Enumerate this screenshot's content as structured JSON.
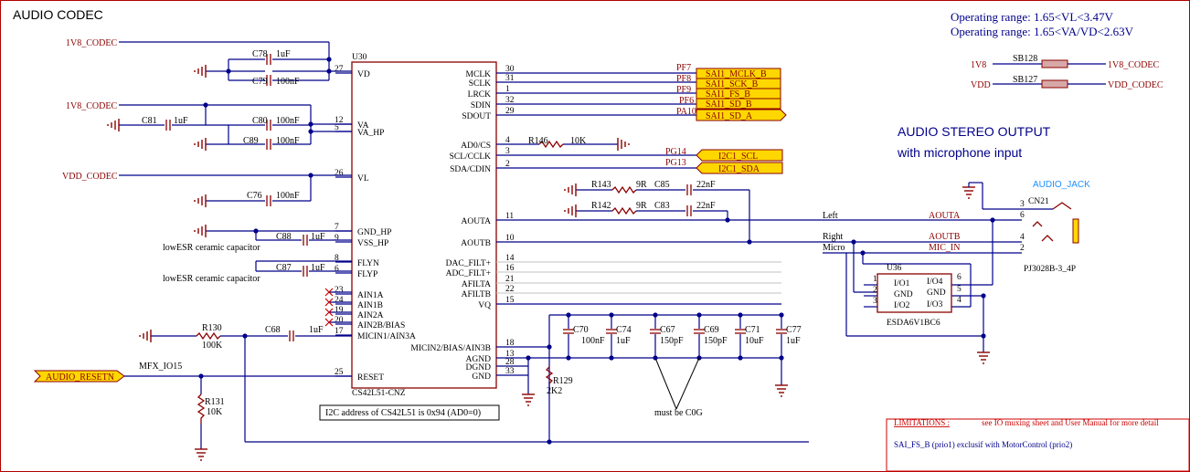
{
  "title": "AUDIO CODEC",
  "operating_ranges": [
    "Operating range: 1.65<VL<3.47V",
    "Operating range: 1.65<VA/VD<2.63V"
  ],
  "output_title": "AUDIO STEREO OUTPUT",
  "output_subtitle": "with microphone input",
  "chip": {
    "ref": "U30",
    "part": "CS42L51-CNZ",
    "left_pins": [
      {
        "num": "27",
        "name": "VD"
      },
      {
        "num": "12",
        "name": "VA"
      },
      {
        "num": "5",
        "name": "VA_HP"
      },
      {
        "num": "26",
        "name": "VL"
      },
      {
        "num": "7",
        "name": "GND_HP"
      },
      {
        "num": "9",
        "name": "VSS_HP"
      },
      {
        "num": "8",
        "name": "FLYN"
      },
      {
        "num": "6",
        "name": "FLYP"
      },
      {
        "num": "23",
        "name": "AIN1A"
      },
      {
        "num": "24",
        "name": "AIN1B"
      },
      {
        "num": "19",
        "name": "AIN2A"
      },
      {
        "num": "20",
        "name": "AIN2B/BIAS"
      },
      {
        "num": "17",
        "name": "MICIN1/AIN3A"
      },
      {
        "num": "25",
        "name": "RESET"
      }
    ],
    "right_pins": [
      {
        "num": "30",
        "name": "MCLK"
      },
      {
        "num": "31",
        "name": "SCLK"
      },
      {
        "num": "1",
        "name": "LRCK"
      },
      {
        "num": "32",
        "name": "SDIN"
      },
      {
        "num": "29",
        "name": "SDOUT"
      },
      {
        "num": "4",
        "name": "AD0/CS"
      },
      {
        "num": "3",
        "name": "SCL/CCLK"
      },
      {
        "num": "2",
        "name": "SDA/CDIN"
      },
      {
        "num": "11",
        "name": "AOUTA"
      },
      {
        "num": "10",
        "name": "AOUTB"
      },
      {
        "num": "14",
        "name": "DAC_FILT+"
      },
      {
        "num": "16",
        "name": "ADC_FILT+"
      },
      {
        "num": "21",
        "name": "AFILTA"
      },
      {
        "num": "22",
        "name": "AFILTB"
      },
      {
        "num": "15",
        "name": "VQ"
      },
      {
        "num": "18",
        "name": "MICIN2/BIAS/AIN3B"
      },
      {
        "num": "13",
        "name": "AGND"
      },
      {
        "num": "28",
        "name": "DGND"
      },
      {
        "num": "33",
        "name": "GND"
      }
    ]
  },
  "power_nets": [
    "1V8_CODEC",
    "1V8_CODEC",
    "VDD_CODEC"
  ],
  "caps_left": [
    {
      "ref": "C78",
      "val": "1uF"
    },
    {
      "ref": "C79",
      "val": "100nF"
    },
    {
      "ref": "C81",
      "val": "1uF"
    },
    {
      "ref": "C80",
      "val": "100nF"
    },
    {
      "ref": "C89",
      "val": "100nF"
    },
    {
      "ref": "C76",
      "val": "100nF"
    },
    {
      "ref": "C88",
      "val": "1uF"
    },
    {
      "ref": "C87",
      "val": "1uF"
    },
    {
      "ref": "C68",
      "val": "1uF"
    }
  ],
  "notes": {
    "lowesr1": "lowESR ceramic capacitor",
    "lowesr2": "lowESR ceramic capacitor",
    "i2c": "I2C address of CS42L51 is 0x94 (AD0=0)",
    "cog": "must be C0G"
  },
  "resistors": {
    "r130": {
      "ref": "R130",
      "val": "100K"
    },
    "r131": {
      "ref": "R131",
      "val": "10K"
    },
    "r129": {
      "ref": "R129",
      "val": "2K2"
    },
    "r146": {
      "ref": "R146",
      "val": "10K"
    },
    "r143": {
      "ref": "R143",
      "val": "9R"
    },
    "r142": {
      "ref": "R142",
      "val": "9R"
    }
  },
  "reset": {
    "flag": "AUDIO_RESETN",
    "net": "MFX_IO15"
  },
  "sai_ports": [
    "PF7",
    "PF8",
    "PF9",
    "PF6",
    "PA10"
  ],
  "sai_flags": [
    "SAI1_MCLK_B",
    "SAI1_SCK_B",
    "SAI1_FS_B",
    "SAI1_SD_B",
    "SAI1_SD_A"
  ],
  "i2c_ports": [
    "PG14",
    "PG13"
  ],
  "i2c_flags": [
    "I2C1_SCL",
    "I2C1_SDA"
  ],
  "out_caps": [
    {
      "ref": "C85",
      "val": "22nF"
    },
    {
      "ref": "C83",
      "val": "22nF"
    }
  ],
  "vq_caps": [
    {
      "ref": "C70",
      "val": "100nF"
    },
    {
      "ref": "C74",
      "val": "1uF"
    },
    {
      "ref": "C67",
      "val": "150pF"
    },
    {
      "ref": "C69",
      "val": "150pF"
    },
    {
      "ref": "C71",
      "val": "10uF"
    },
    {
      "ref": "C77",
      "val": "1uF"
    }
  ],
  "solder_bridges": [
    {
      "ref": "SB128",
      "from": "1V8",
      "to": "1V8_CODEC"
    },
    {
      "ref": "SB127",
      "from": "VDD",
      "to": "VDD_CODEC"
    }
  ],
  "jack": {
    "ref": "CN21",
    "name": "AUDIO_JACK",
    "part": "PJ3028B-3_4P",
    "pins": [
      "3",
      "6",
      "4",
      "2"
    ],
    "wire_labels": [
      "Left",
      "Right",
      "Micro"
    ],
    "nets": [
      "AOUTA",
      "AOUTB",
      "MIC_IN"
    ]
  },
  "esd": {
    "ref": "U36",
    "part": "ESDA6V1BC6",
    "left": [
      {
        "num": "1",
        "name": "I/O1"
      },
      {
        "num": "2",
        "name": "GND"
      },
      {
        "num": "3",
        "name": "I/O2"
      }
    ],
    "right": [
      {
        "num": "6",
        "name": "I/O4"
      },
      {
        "num": "5",
        "name": "GND"
      },
      {
        "num": "4",
        "name": "I/O3"
      }
    ]
  },
  "limitations": {
    "title": "LIMITATIONS :",
    "text": "see IO muxing sheet and User Manual for more detail",
    "note": "SAI_FS_B (prio1) exclusif with MotorControl (prio2)"
  },
  "colors": {
    "wire": "#00008b",
    "component": "#8b0000",
    "flag_fill": "#ffd700",
    "output_title": "#00008b",
    "jack_name": "#1e90ff"
  }
}
